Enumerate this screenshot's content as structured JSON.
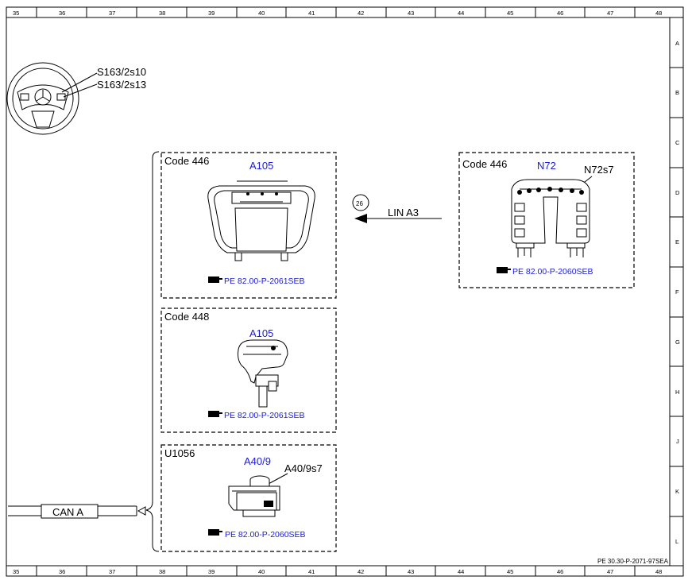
{
  "ruler": {
    "columns": [
      "35",
      "36",
      "37",
      "38",
      "39",
      "40",
      "41",
      "42",
      "43",
      "44",
      "45",
      "46",
      "47",
      "48"
    ],
    "rows": [
      "A",
      "B",
      "C",
      "D",
      "E",
      "F",
      "G",
      "H",
      "J",
      "K",
      "L"
    ]
  },
  "steering_wheel": {
    "label1": "S163/2s10",
    "label2": "S163/2s13"
  },
  "box_a105_code446": {
    "code": "Code 446",
    "component": "A105",
    "ref": "PE 82.00-P-2061SEB"
  },
  "box_a105_code448": {
    "code": "Code 448",
    "component": "A105",
    "ref": "PE 82.00-P-2061SEB"
  },
  "box_a40_u1056": {
    "code": "U1056",
    "component": "A40/9",
    "sub": "A40/9s7",
    "ref": "PE 82.00-P-2060SEB"
  },
  "box_n72": {
    "code": "Code 446",
    "component": "N72",
    "sub": "N72s7",
    "ref": "PE 82.00-P-2060SEB"
  },
  "lin": {
    "number": "26",
    "label": "LIN A3"
  },
  "can": {
    "label": "CAN A"
  },
  "doc_id": "PE 30.30-P-2071-97SEA",
  "colors": {
    "blue": "#1a1adb",
    "black": "#000000"
  }
}
